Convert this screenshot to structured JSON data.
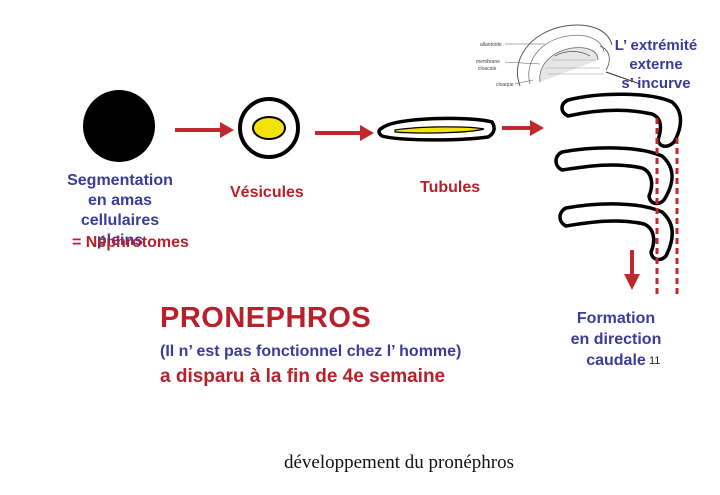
{
  "stages": [
    {
      "lines": [
        "Segmentation",
        "en amas",
        "cellulaires pleins"
      ],
      "emphasis": "= Néphrotomes"
    },
    {
      "label": "Vésicules"
    },
    {
      "label": "Tubules"
    }
  ],
  "tip_note": {
    "lines": [
      "L’ extrémité",
      "externe",
      "s’ incurve"
    ]
  },
  "direction_note": {
    "lines": [
      "Formation",
      "en direction",
      "caudale"
    ]
  },
  "slide_number": "11",
  "inset_labels": [
    "allantoïde",
    "membrane",
    "cloacale",
    "cloaque"
  ],
  "pronephros": {
    "title": "PRONEPHROS",
    "note": "(Il n’ est pas fonctionnel chez l’ homme)",
    "disappears": "a disparu à la fin de 4e semaine"
  },
  "caption": "développement du pronéphros",
  "colors": {
    "arrow": "#c0282d",
    "label_blue": "#3b3b9a",
    "label_red": "#b8202a",
    "vesicle_fill": "#f2e40a"
  }
}
